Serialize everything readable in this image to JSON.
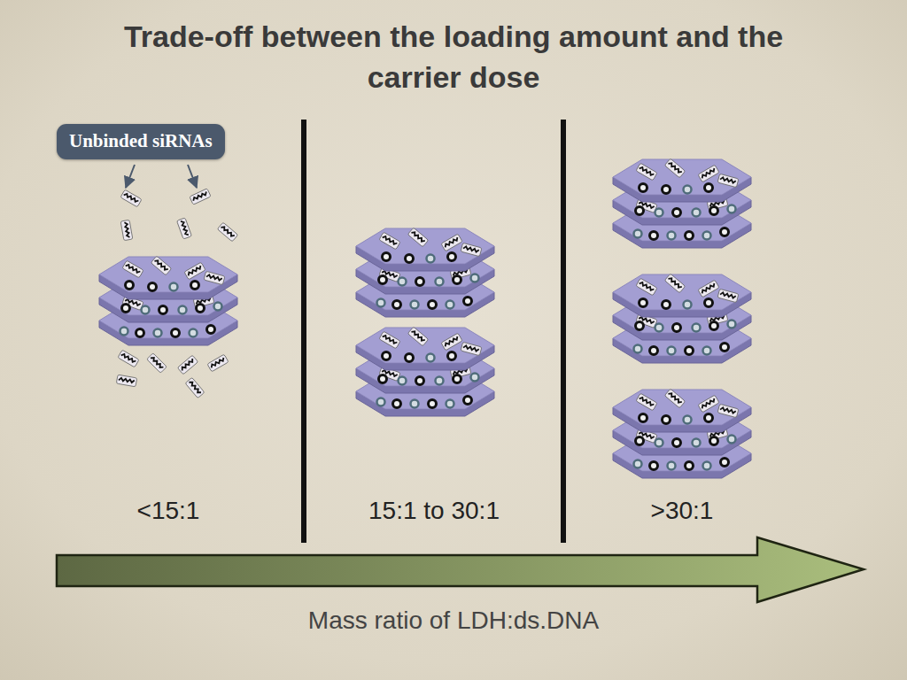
{
  "diagram": {
    "title": "Trade-off between the loading amount and the carrier dose",
    "nodes": [
      {
        "text": [
          "Unbinded siRNAs"
        ]
      }
    ],
    "labels": [
      "<15:1",
      "15:1 to 30:1",
      ">30:1",
      "Mass ratio of LDH:ds.DNA"
    ]
  }
}
